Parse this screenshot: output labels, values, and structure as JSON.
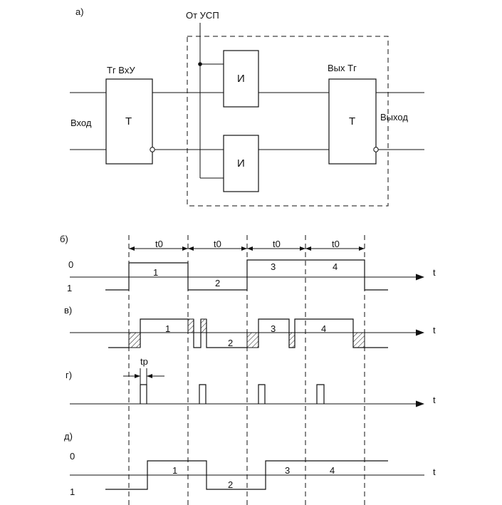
{
  "diagram": {
    "panel_a_label": "а)",
    "usp_label": "От УСП",
    "input_trigger_label": "Тг ВхУ",
    "output_trigger_label": "Вых Тг",
    "input_label": "Вход",
    "output_label": "Выход",
    "trigger_in_text": "Т",
    "trigger_out_text": "Т",
    "and_top_text": "И",
    "and_bottom_text": "И"
  },
  "timing": {
    "panel_b_label": "б)",
    "panel_v_label": "в)",
    "panel_g_label": "г)",
    "panel_d_label": "д)",
    "level_zero": "0",
    "level_one": "1",
    "level_zero_d": "0",
    "level_one_d": "1",
    "time_axis": "t",
    "interval_label": "t0",
    "pulse_width_label": "tp",
    "b_states": [
      "1",
      "2",
      "3",
      "4"
    ],
    "v_states": [
      "1",
      "2",
      "3",
      "4"
    ],
    "d_states": [
      "1",
      "2",
      "3",
      "4"
    ]
  }
}
